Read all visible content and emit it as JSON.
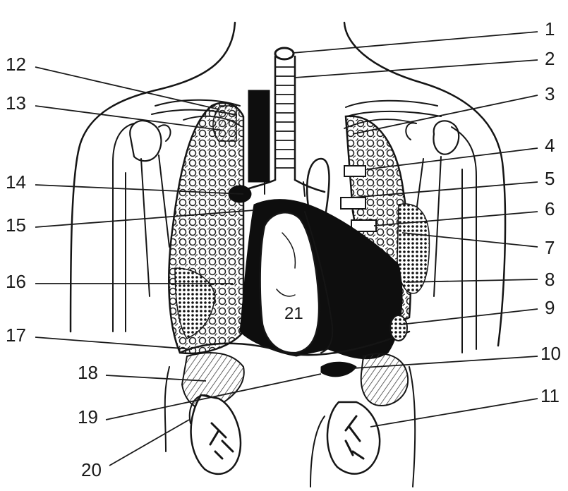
{
  "diagram": {
    "labels_left": [
      "12",
      "13",
      "14",
      "15",
      "16",
      "17",
      "18",
      "19",
      "20"
    ],
    "labels_right": [
      "1",
      "2",
      "3",
      "4",
      "5",
      "6",
      "7",
      "8",
      "9",
      "10",
      "11"
    ],
    "label_center": "21"
  }
}
